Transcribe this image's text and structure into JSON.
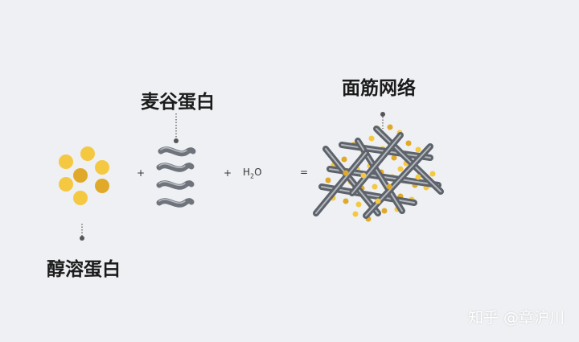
{
  "labels": {
    "glutenin": "麦谷蛋白",
    "gliadin": "醇溶蛋白",
    "gluten_network": "面筋网络"
  },
  "operators": {
    "plus_1": "+",
    "plus_2": "+",
    "equals": "="
  },
  "water": {
    "base_1": "H",
    "subscript": "2",
    "base_2": "O"
  },
  "watermark": "知乎 @章沪川",
  "colors": {
    "background": "#eef0f3",
    "yellow_light": "#f5c842",
    "yellow_dark": "#e0a92a",
    "strand": "#707580",
    "strand_highlight": "#aeb3bb",
    "pointer": "#555555"
  }
}
